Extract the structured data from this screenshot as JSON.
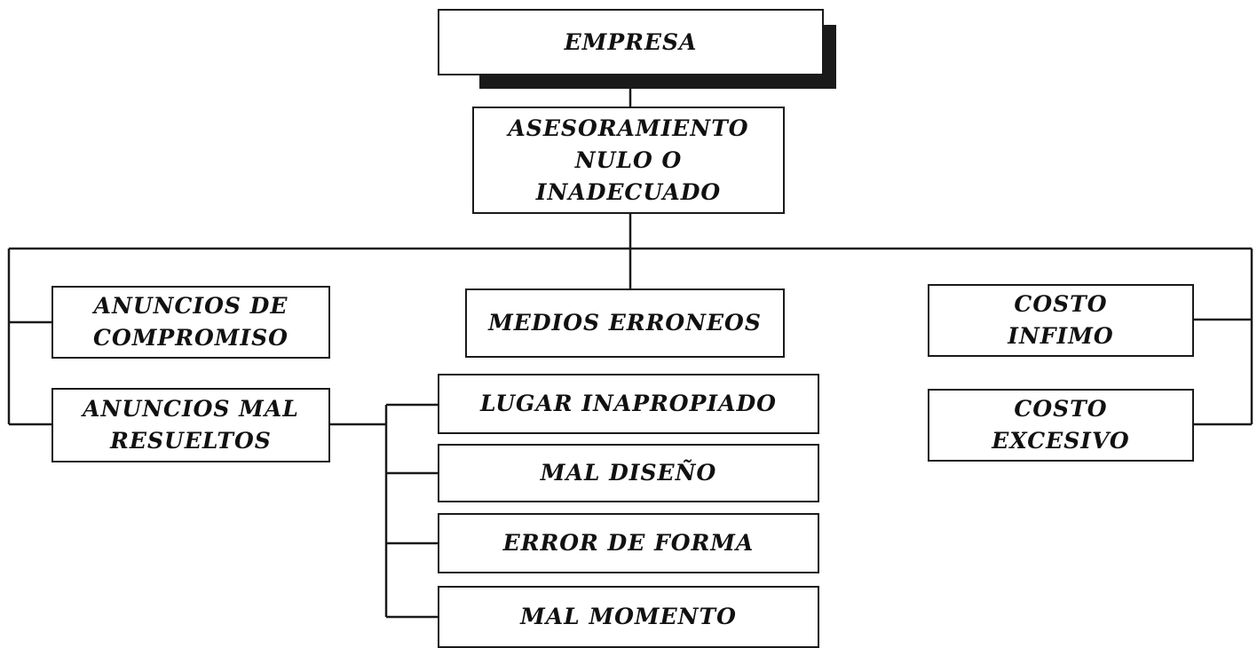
{
  "nodes": {
    "empresa": "EMPRESA",
    "asesoramiento": "ASESORAMIENTO\nNULO O\nINADECUADO",
    "anuncios_compromiso": "ANUNCIOS DE\nCOMPROMISO",
    "medios_erroneos": "MEDIOS ERRONEOS",
    "costo_infimo": "COSTO\nINFIMO",
    "anuncios_mal_resueltos": "ANUNCIOS MAL\nRESUELTOS",
    "lugar_inapropiado": "LUGAR INAPROPIADO",
    "mal_diseno": "MAL DISEÑO",
    "error_forma": "ERROR DE FORMA",
    "mal_momento": "MAL MOMENTO",
    "costo_excesivo": "COSTO\nEXCESIVO"
  },
  "edges": [
    [
      "empresa",
      "asesoramiento"
    ],
    [
      "asesoramiento",
      "anuncios_compromiso"
    ],
    [
      "asesoramiento",
      "anuncios_mal_resueltos"
    ],
    [
      "asesoramiento",
      "medios_erroneos"
    ],
    [
      "asesoramiento",
      "costo_infimo"
    ],
    [
      "asesoramiento",
      "costo_excesivo"
    ],
    [
      "anuncios_mal_resueltos",
      "lugar_inapropiado"
    ],
    [
      "anuncios_mal_resueltos",
      "mal_diseno"
    ],
    [
      "anuncios_mal_resueltos",
      "error_forma"
    ],
    [
      "anuncios_mal_resueltos",
      "mal_momento"
    ]
  ],
  "colors": {
    "line": "#1a1a1a",
    "box_border": "#1a1a1a",
    "text": "#111111",
    "background": "#ffffff"
  }
}
